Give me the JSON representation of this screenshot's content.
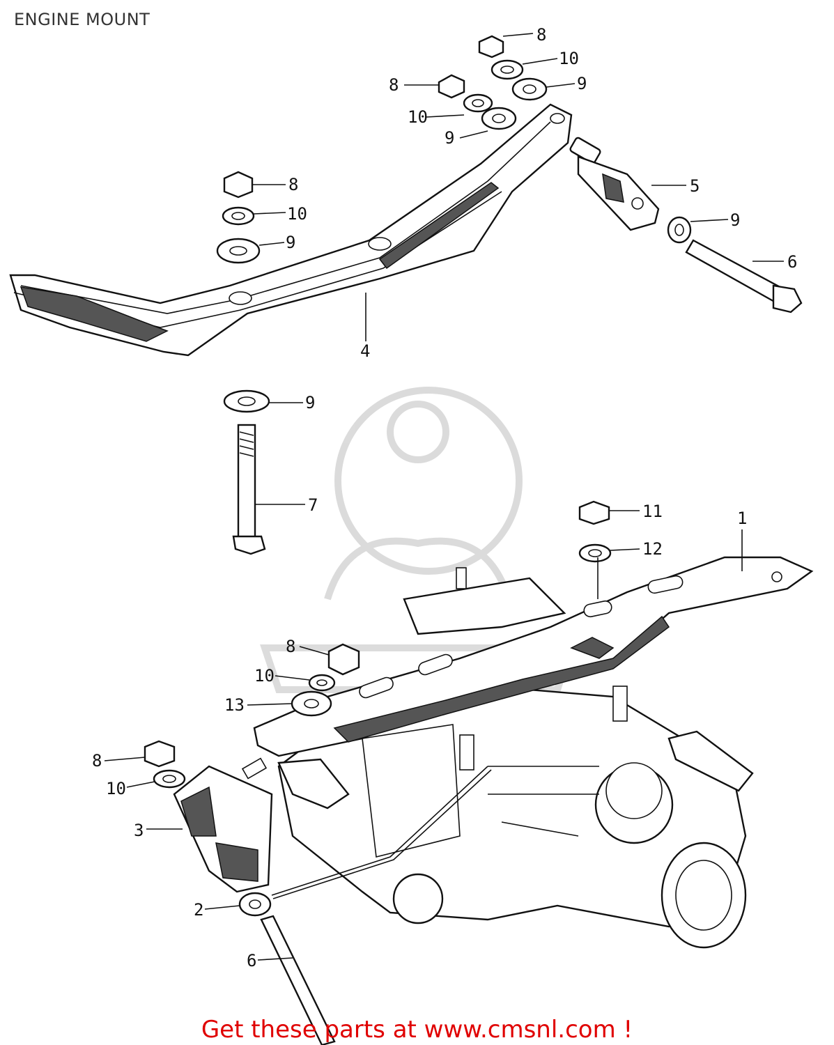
{
  "header": {
    "title": "ENGINE MOUNT"
  },
  "footer": {
    "link_text": "Get these parts at www.cmsnl.com !"
  },
  "callouts": [
    {
      "id": "c8a",
      "label": "8"
    },
    {
      "id": "c10a",
      "label": "10"
    },
    {
      "id": "c9a",
      "label": "9"
    },
    {
      "id": "c8b",
      "label": "8"
    },
    {
      "id": "c10b",
      "label": "10"
    },
    {
      "id": "c9b",
      "label": "9"
    },
    {
      "id": "c8c",
      "label": "8"
    },
    {
      "id": "c10c",
      "label": "10"
    },
    {
      "id": "c9c",
      "label": "9"
    },
    {
      "id": "c5",
      "label": "5"
    },
    {
      "id": "c9d",
      "label": "9"
    },
    {
      "id": "c6a",
      "label": "6"
    },
    {
      "id": "c4",
      "label": "4"
    },
    {
      "id": "c9e",
      "label": "9"
    },
    {
      "id": "c7",
      "label": "7"
    },
    {
      "id": "c11",
      "label": "11"
    },
    {
      "id": "c12",
      "label": "12"
    },
    {
      "id": "c1",
      "label": "1"
    },
    {
      "id": "c8d",
      "label": "8"
    },
    {
      "id": "c10d",
      "label": "10"
    },
    {
      "id": "c13",
      "label": "13"
    },
    {
      "id": "c8e",
      "label": "8"
    },
    {
      "id": "c10e",
      "label": "10"
    },
    {
      "id": "c3",
      "label": "3"
    },
    {
      "id": "c2",
      "label": "2"
    },
    {
      "id": "c6b",
      "label": "6"
    }
  ]
}
